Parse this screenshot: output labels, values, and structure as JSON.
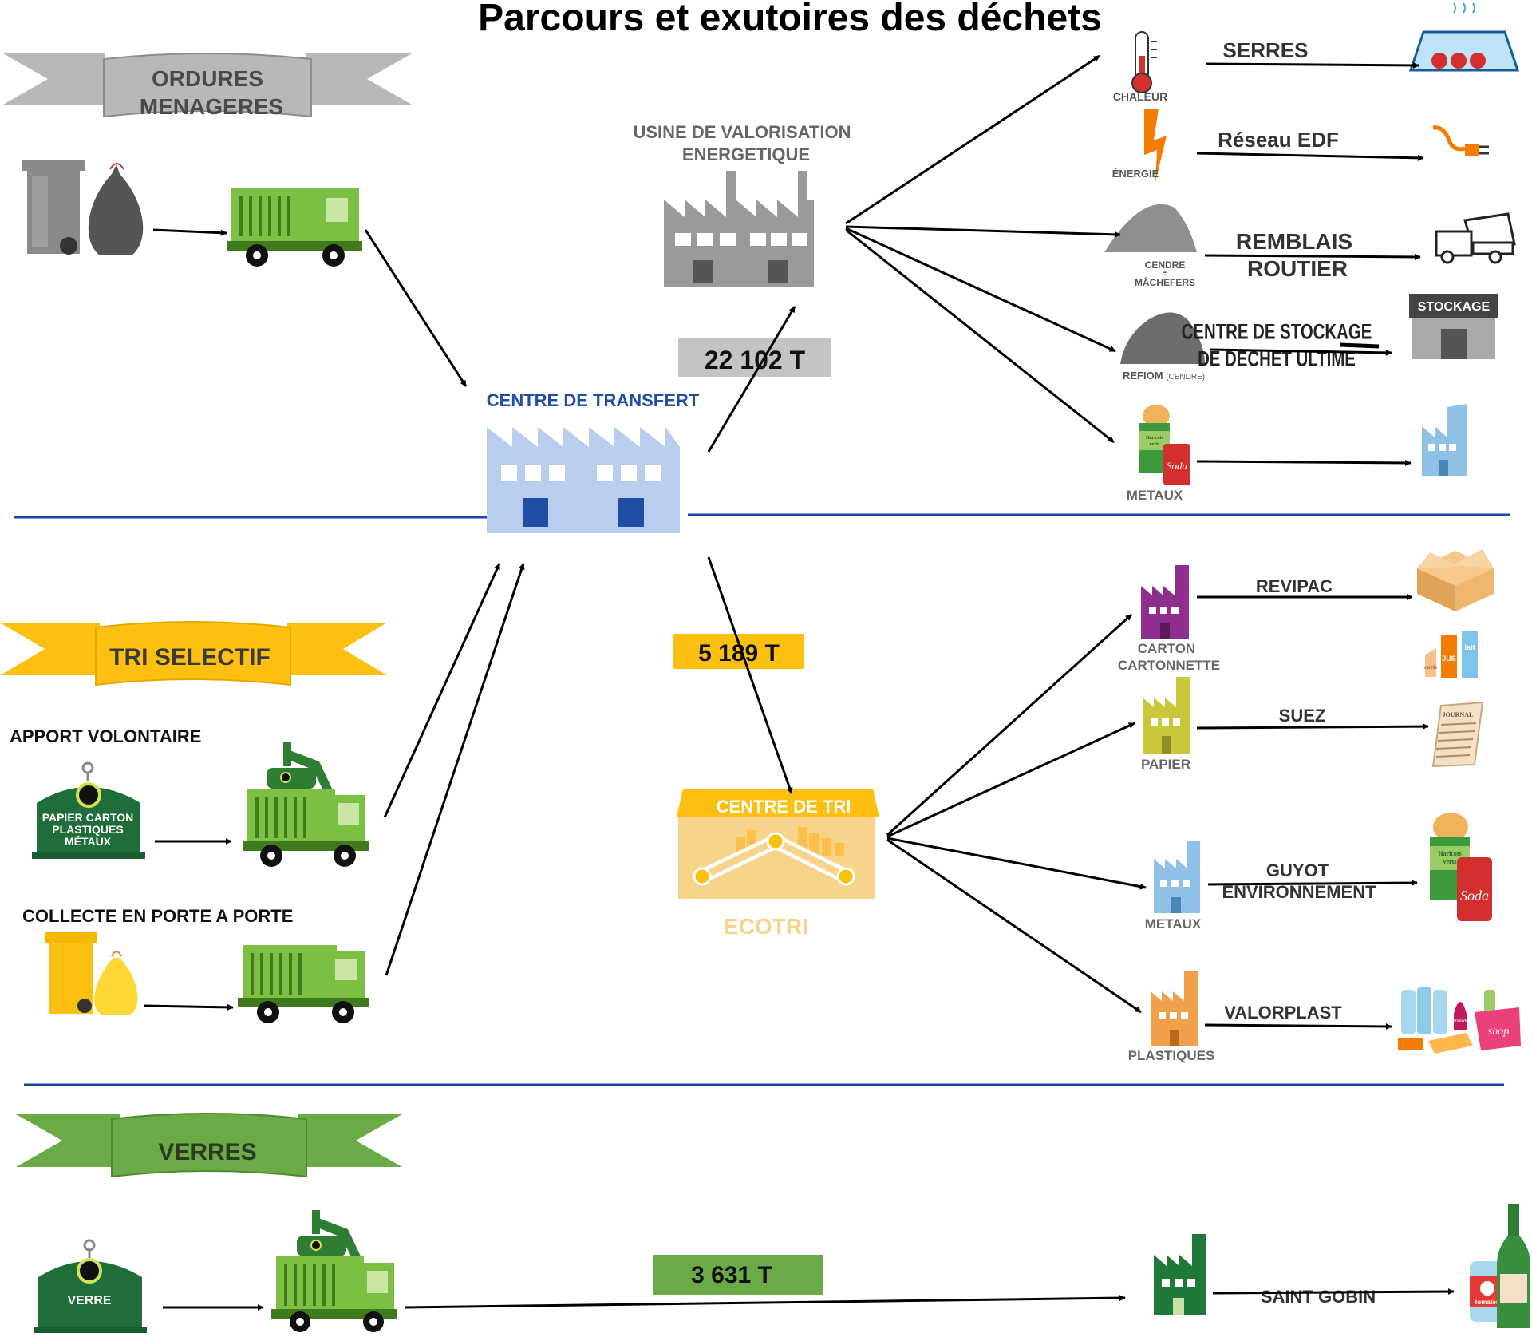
{
  "title": "Parcours et exutoires des déchets",
  "colors": {
    "grey_banner": "#b8b8b8",
    "yellow_banner": "#fdc010",
    "green_banner": "#6aab47",
    "transfer_building": "#b9cdee",
    "transfer_text": "#1f4ea3",
    "tri_building": "#f7d48a",
    "ecotri_text": "#f7d48a",
    "separator": "#2242a8",
    "truck_green": "#7bc043"
  },
  "sections": {
    "om": {
      "banner": [
        "ORDURES",
        "MENAGERES"
      ]
    },
    "tri": {
      "banner": "TRI SELECTIF",
      "apport": "APPORT VOLONTAIRE",
      "porte": "COLLECTE EN PORTE A PORTE",
      "bin_label": [
        "PAPIER CARTON",
        "PLASTIQUES",
        "MÉTAUX"
      ]
    },
    "verres": {
      "banner": "VERRES",
      "bin_label": "VERRE"
    }
  },
  "nodes": {
    "usine": [
      "USINE DE VALORISATION",
      "ENERGETIQUE"
    ],
    "transfert": "CENTRE DE TRANSFERT",
    "tri": "CENTRE DE TRI",
    "ecotri": "ECOTRI"
  },
  "tonnages": {
    "om": "22 102 T",
    "tri": "5 189  T",
    "verres": "3 631  T"
  },
  "energy": {
    "chaleur": "CHALEUR",
    "energie": "ÉNERGIE",
    "cendre": [
      "CENDRE",
      "=",
      "MÂCHEFERS"
    ],
    "refiom": "REFIOM",
    "refiom_sub": "(CENDRE)",
    "metaux": "METAUX",
    "serres": "SERRES",
    "edf": "Réseau EDF",
    "remblais": [
      "REMBLAIS",
      "ROUTIER"
    ],
    "stockage": [
      "CENTRE DE STOCKAGE",
      "DE DECHET ULTIME"
    ],
    "stockage_sign": "STOCKAGE"
  },
  "tri_outputs": {
    "carton": [
      "CARTON",
      "CARTONNETTE"
    ],
    "papier": "PAPIER",
    "metaux": "METAUX",
    "plastiques": "PLASTIQUES",
    "revipac": "REVIPAC",
    "suez": "SUEZ",
    "guyot": [
      "GUYOT",
      "ENVIRONNEMENT"
    ],
    "valorplast": "VALORPLAST"
  },
  "verre_output": {
    "saint_gobin": "SAINT GOBIN"
  },
  "product_labels": {
    "haricots": [
      "Haricots",
      "verts"
    ],
    "soda": "Soda",
    "jus": "JUS",
    "lait": "lait",
    "vanille": "vanille",
    "journal": "JOURNAL",
    "shop": "shop",
    "lessive": "lessive",
    "tomates": "tomates"
  }
}
